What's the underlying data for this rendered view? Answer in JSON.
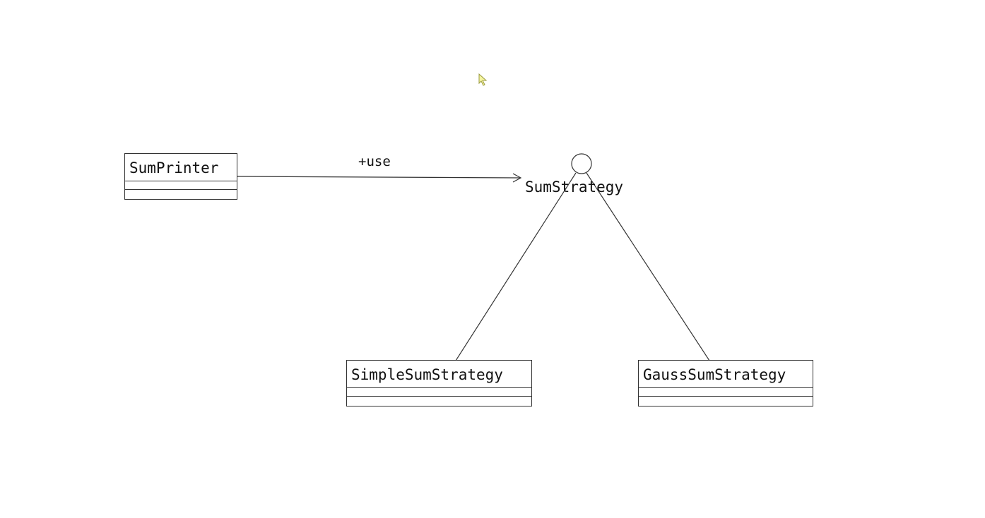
{
  "diagram": {
    "classes": {
      "sum_printer": "SumPrinter",
      "simple_sum_strategy": "SimpleSumStrategy",
      "gauss_sum_strategy": "GaussSumStrategy"
    },
    "interface": {
      "name": "SumStrategy"
    },
    "association": {
      "label": "+use"
    }
  },
  "colors": {
    "line": "#333333",
    "text": "#111111",
    "cursor_fill": "#f5f5a0"
  },
  "icons": {
    "cursor": "mouse-pointer-icon"
  }
}
